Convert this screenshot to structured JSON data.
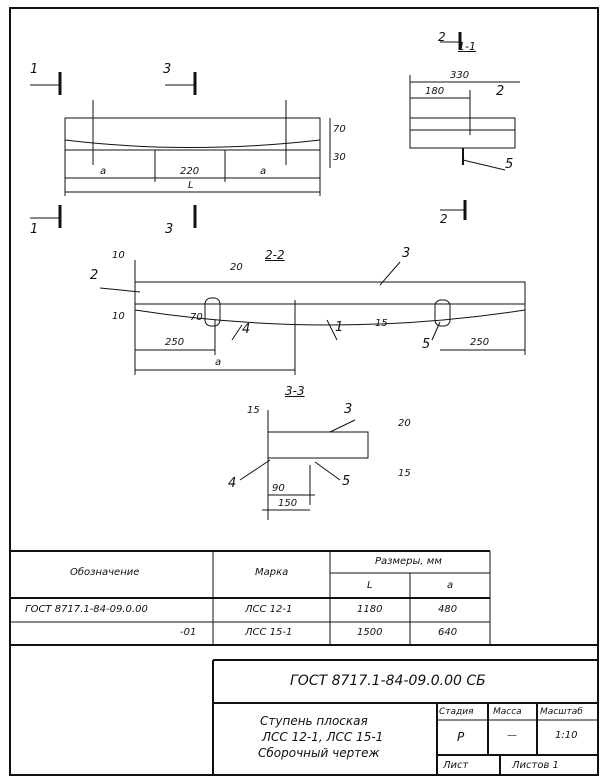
{
  "drawing": {
    "section_labels": {
      "s11": "1-1",
      "s22": "2-2",
      "s33": "3-3"
    },
    "cut_marks": [
      "1",
      "1",
      "3",
      "3",
      "2",
      "2"
    ],
    "dims_elevation": {
      "a1": "a",
      "mid": "220",
      "a2": "a",
      "L": "L",
      "h70": "70",
      "h30": "30"
    },
    "dims_11": {
      "w330": "330",
      "w180": "180"
    },
    "dims_22": {
      "d10a": "10",
      "d10b": "10",
      "d20": "20",
      "d70": "70",
      "d15": "15",
      "l250a": "250",
      "l250b": "250",
      "a": "a"
    },
    "dims_33": {
      "d15": "15",
      "d20": "20",
      "d15b": "15",
      "d90": "90",
      "d150": "150"
    },
    "callouts": {
      "c1": "1",
      "c2a": "2",
      "c2b": "2",
      "c3a": "3",
      "c3b": "3",
      "c4a": "4",
      "c4b": "4",
      "c5a": "5",
      "c5b": "5",
      "c5c": "5"
    }
  },
  "table": {
    "headers": {
      "designation": "Обозначение",
      "mark": "Марка",
      "sizes": "Размеры, мм",
      "L": "L",
      "a": "a"
    },
    "rows": [
      {
        "designation": "ГОСТ 8717.1-84-09.0.00",
        "mark": "ЛСС 12-1",
        "L": "1180",
        "a": "480"
      },
      {
        "designation": "-01",
        "mark": "ЛСС 15-1",
        "L": "1500",
        "a": "640"
      }
    ]
  },
  "title_block": {
    "doc_number": "ГОСТ 8717.1-84-09.0.00 СБ",
    "name_line1": "Ступень плоская",
    "name_line2": "ЛСС 12-1, ЛСС 15-1",
    "name_line3": "Сборочный чертеж",
    "stage_label": "Стадия",
    "mass_label": "Масса",
    "scale_label": "Масштаб",
    "stage": "Р",
    "mass": "—",
    "scale": "1:10",
    "sheet_label": "Лист",
    "sheets_label": "Листов 1"
  }
}
